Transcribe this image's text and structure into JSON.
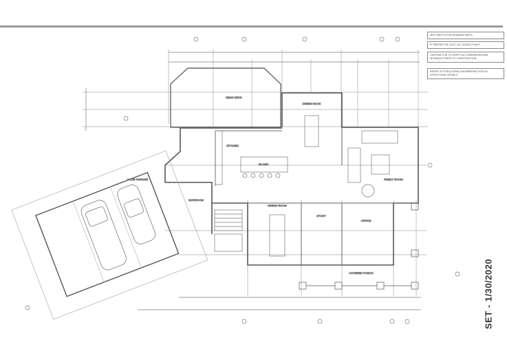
{
  "notes": [
    "SEE SHEET A FOR DRAWING INDEX",
    "IF PRINTED ON 11X17, ALL SCALE IS HALF",
    "CONTRACTOR TO VERIFY ALL DIMENSIONS AND SETBACKS PRIOR TO CONSTRUCTION",
    "REFER TO STRUCTURAL ENGINEERING FOR ALL STRUCTURAL DETAILS"
  ],
  "stamp": "SET - 1/30/2020",
  "rooms": {
    "rear_deck": "REAR DECK",
    "dining_nook": "DINING NOOK",
    "kitchen": "KITCHEN",
    "family_room": "FAMILY ROOM",
    "mudroom": "MUDROOM",
    "dining_room": "DINING ROOM",
    "study": "STUDY",
    "office": "OFFICE",
    "covered_porch": "COVERED PORCH",
    "garage": "2 CAR GARAGE",
    "island": "ISLAND"
  }
}
